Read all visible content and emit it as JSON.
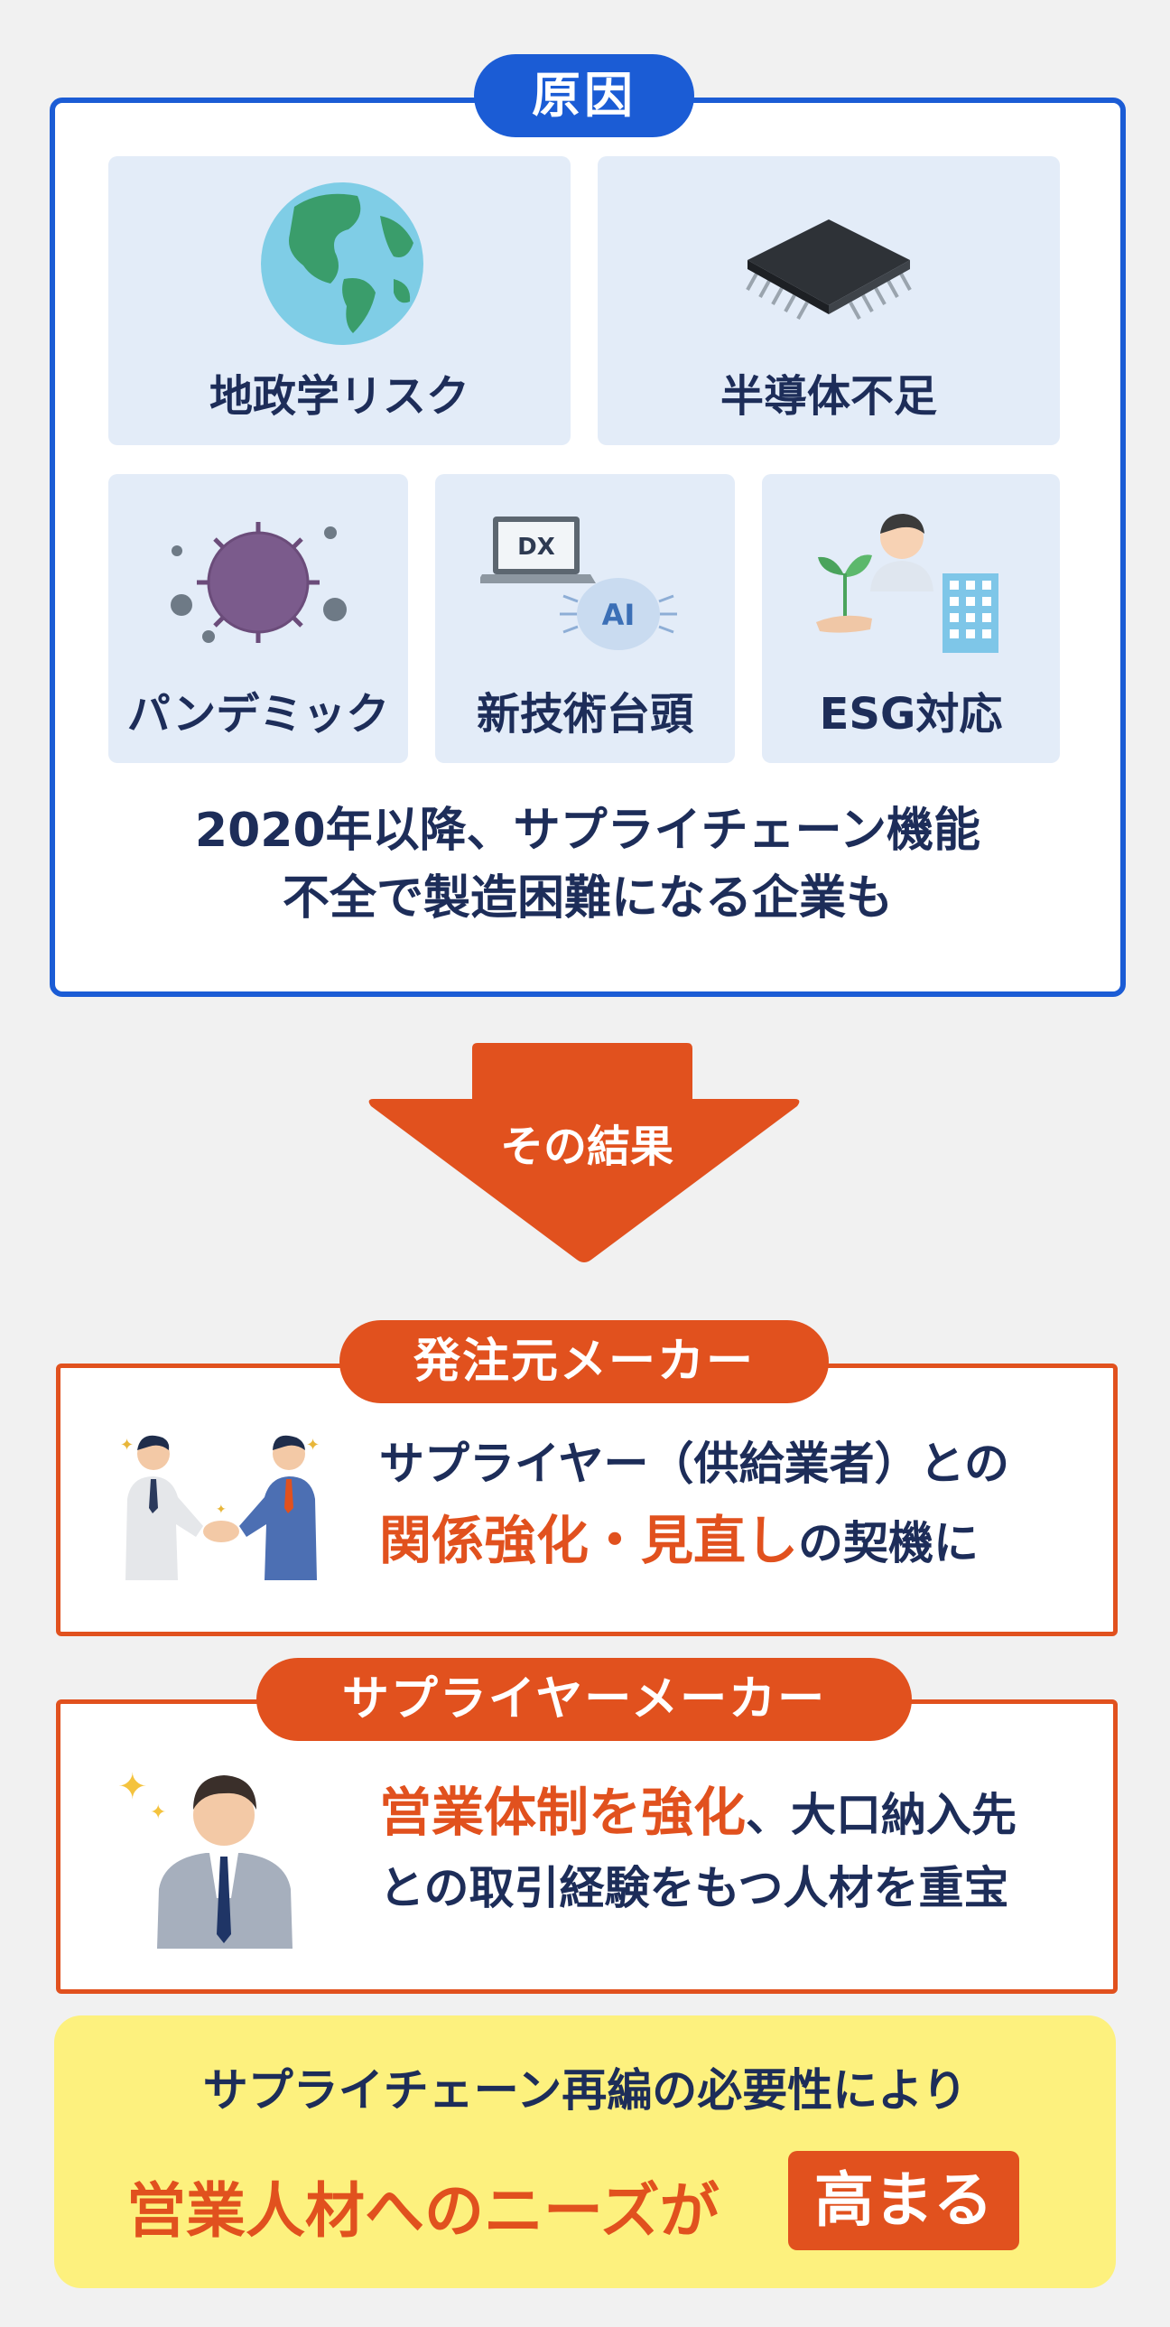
{
  "cause": {
    "label": "原因",
    "tiles": [
      {
        "label": "地政学リスク",
        "icon": "globe-icon"
      },
      {
        "label": "半導体不足",
        "icon": "chip-icon"
      },
      {
        "label": "パンデミック",
        "icon": "virus-icon"
      },
      {
        "label": "新技術台頭",
        "icon": "dx-ai-icon"
      },
      {
        "label": "ESG対応",
        "icon": "esg-icon"
      }
    ],
    "summary_line1": "2020年以降、サプライチェーン機能",
    "summary_line2": "不全で製造困難になる企業も"
  },
  "arrow": {
    "label": "その結果"
  },
  "ordering_maker": {
    "label": "発注元メーカー",
    "line1": "サプライヤー（供給業者）との",
    "line2_highlight": "関係強化・見直し",
    "line2_rest": "の契機に",
    "icon": "handshake-icon"
  },
  "supplier_maker": {
    "label": "サプライヤーメーカー",
    "line1_highlight": "営業体制を強化",
    "line1_rest": "、大口納入先",
    "line2": "との取引経験をもつ人材を重宝",
    "icon": "businessman-icon"
  },
  "conclusion": {
    "line1": "サプライチェーン再編の必要性により",
    "line2": "営業人材へのニーズが",
    "badge": "高まる"
  },
  "colors": {
    "blue": "#1b5cd5",
    "orange": "#e1511e",
    "navy": "#1d2d59",
    "tile_bg": "#e3ecf8",
    "yellow": "#fdf17e"
  }
}
